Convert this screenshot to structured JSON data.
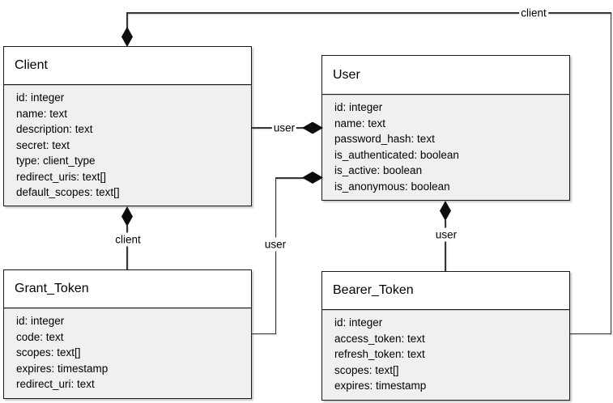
{
  "entities": {
    "client": {
      "title": "Client",
      "attributes": [
        "id: integer",
        "name: text",
        "description: text",
        "secret: text",
        "type: client_type",
        "redirect_uris: text[]",
        "default_scopes: text[]"
      ]
    },
    "user": {
      "title": "User",
      "attributes": [
        "id: integer",
        "name: text",
        "password_hash: text",
        "is_authenticated: boolean",
        "is_active: boolean",
        "is_anonymous: boolean"
      ]
    },
    "grant_token": {
      "title": "Grant_Token",
      "attributes": [
        "id: integer",
        "code: text",
        "scopes: text[]",
        "expires: timestamp",
        "redirect_uri: text"
      ]
    },
    "bearer_token": {
      "title": "Bearer_Token",
      "attributes": [
        "id: integer",
        "access_token: text",
        "refresh_token: text",
        "scopes: text[]",
        "expires: timestamp"
      ]
    }
  },
  "edge_labels": {
    "client_bearer": "client",
    "client_user": "user",
    "user_grant": "user",
    "client_grant": "client",
    "user_bearer": "user"
  },
  "colors": {
    "box_title_fill": "#ffffff",
    "box_body_fill": "#f0f0f0",
    "box_border": "#1a1a1a",
    "edge_line": "#383838",
    "diamond_fill": "#0d0d0d",
    "text": "#000000",
    "background": "#ffffff"
  }
}
